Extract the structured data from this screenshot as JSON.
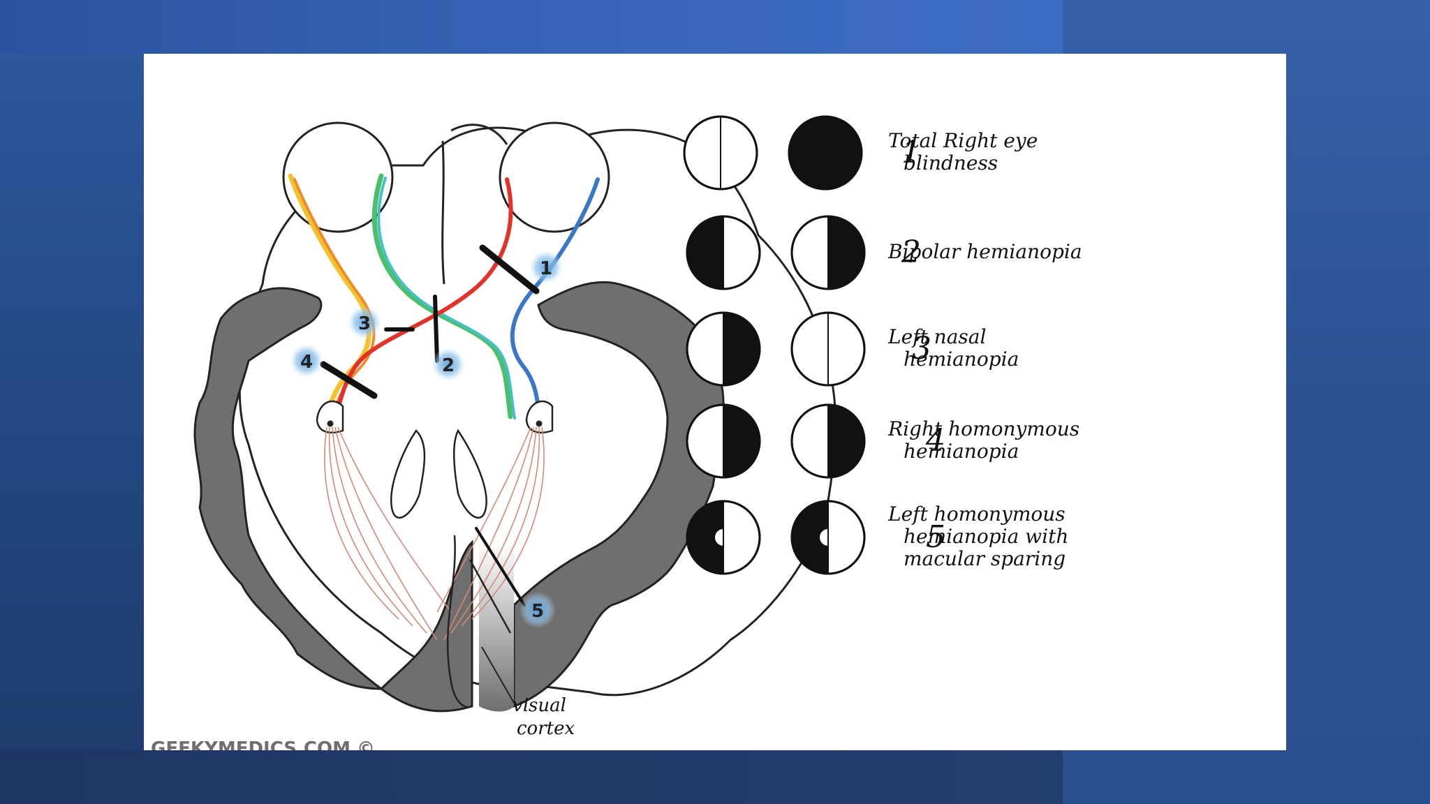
{
  "diagram": {
    "markers": [
      "1",
      "2",
      "3",
      "4",
      "5"
    ],
    "cortex_label_line1": "visual",
    "cortex_label_line2": "cortex",
    "watermark": "GEEKYMEDICS.COM ©"
  },
  "field_defects": [
    {
      "number": "1",
      "left_eye": "clear",
      "right_eye": "full",
      "label_lines": [
        "Total Right eye",
        "blindness"
      ]
    },
    {
      "number": "2",
      "left_eye": "left-half",
      "right_eye": "right-half",
      "label_lines": [
        "Bipolar hemianopia"
      ]
    },
    {
      "number": "3",
      "left_eye": "right-half",
      "right_eye": "clear",
      "label_lines": [
        "Left nasal",
        "hemianopia"
      ]
    },
    {
      "number": "4",
      "left_eye": "right-half",
      "right_eye": "right-half",
      "label_lines": [
        "Right homonymous",
        "hemianopia"
      ]
    },
    {
      "number": "5",
      "left_eye": "left-half-macular",
      "right_eye": "left-half-macular",
      "label_lines": [
        "Left homonymous",
        "hemianopia with",
        "macular sparing"
      ]
    }
  ],
  "colors": {
    "yellow": "#f2c230",
    "orange": "#f08a2a",
    "green": "#4cbf6a",
    "cyan": "#45c0c8",
    "red": "#e0342b",
    "blue": "#3a77c8",
    "cortex_gray": "#6f6f6f",
    "marker_glow": "#7fb7e6"
  }
}
